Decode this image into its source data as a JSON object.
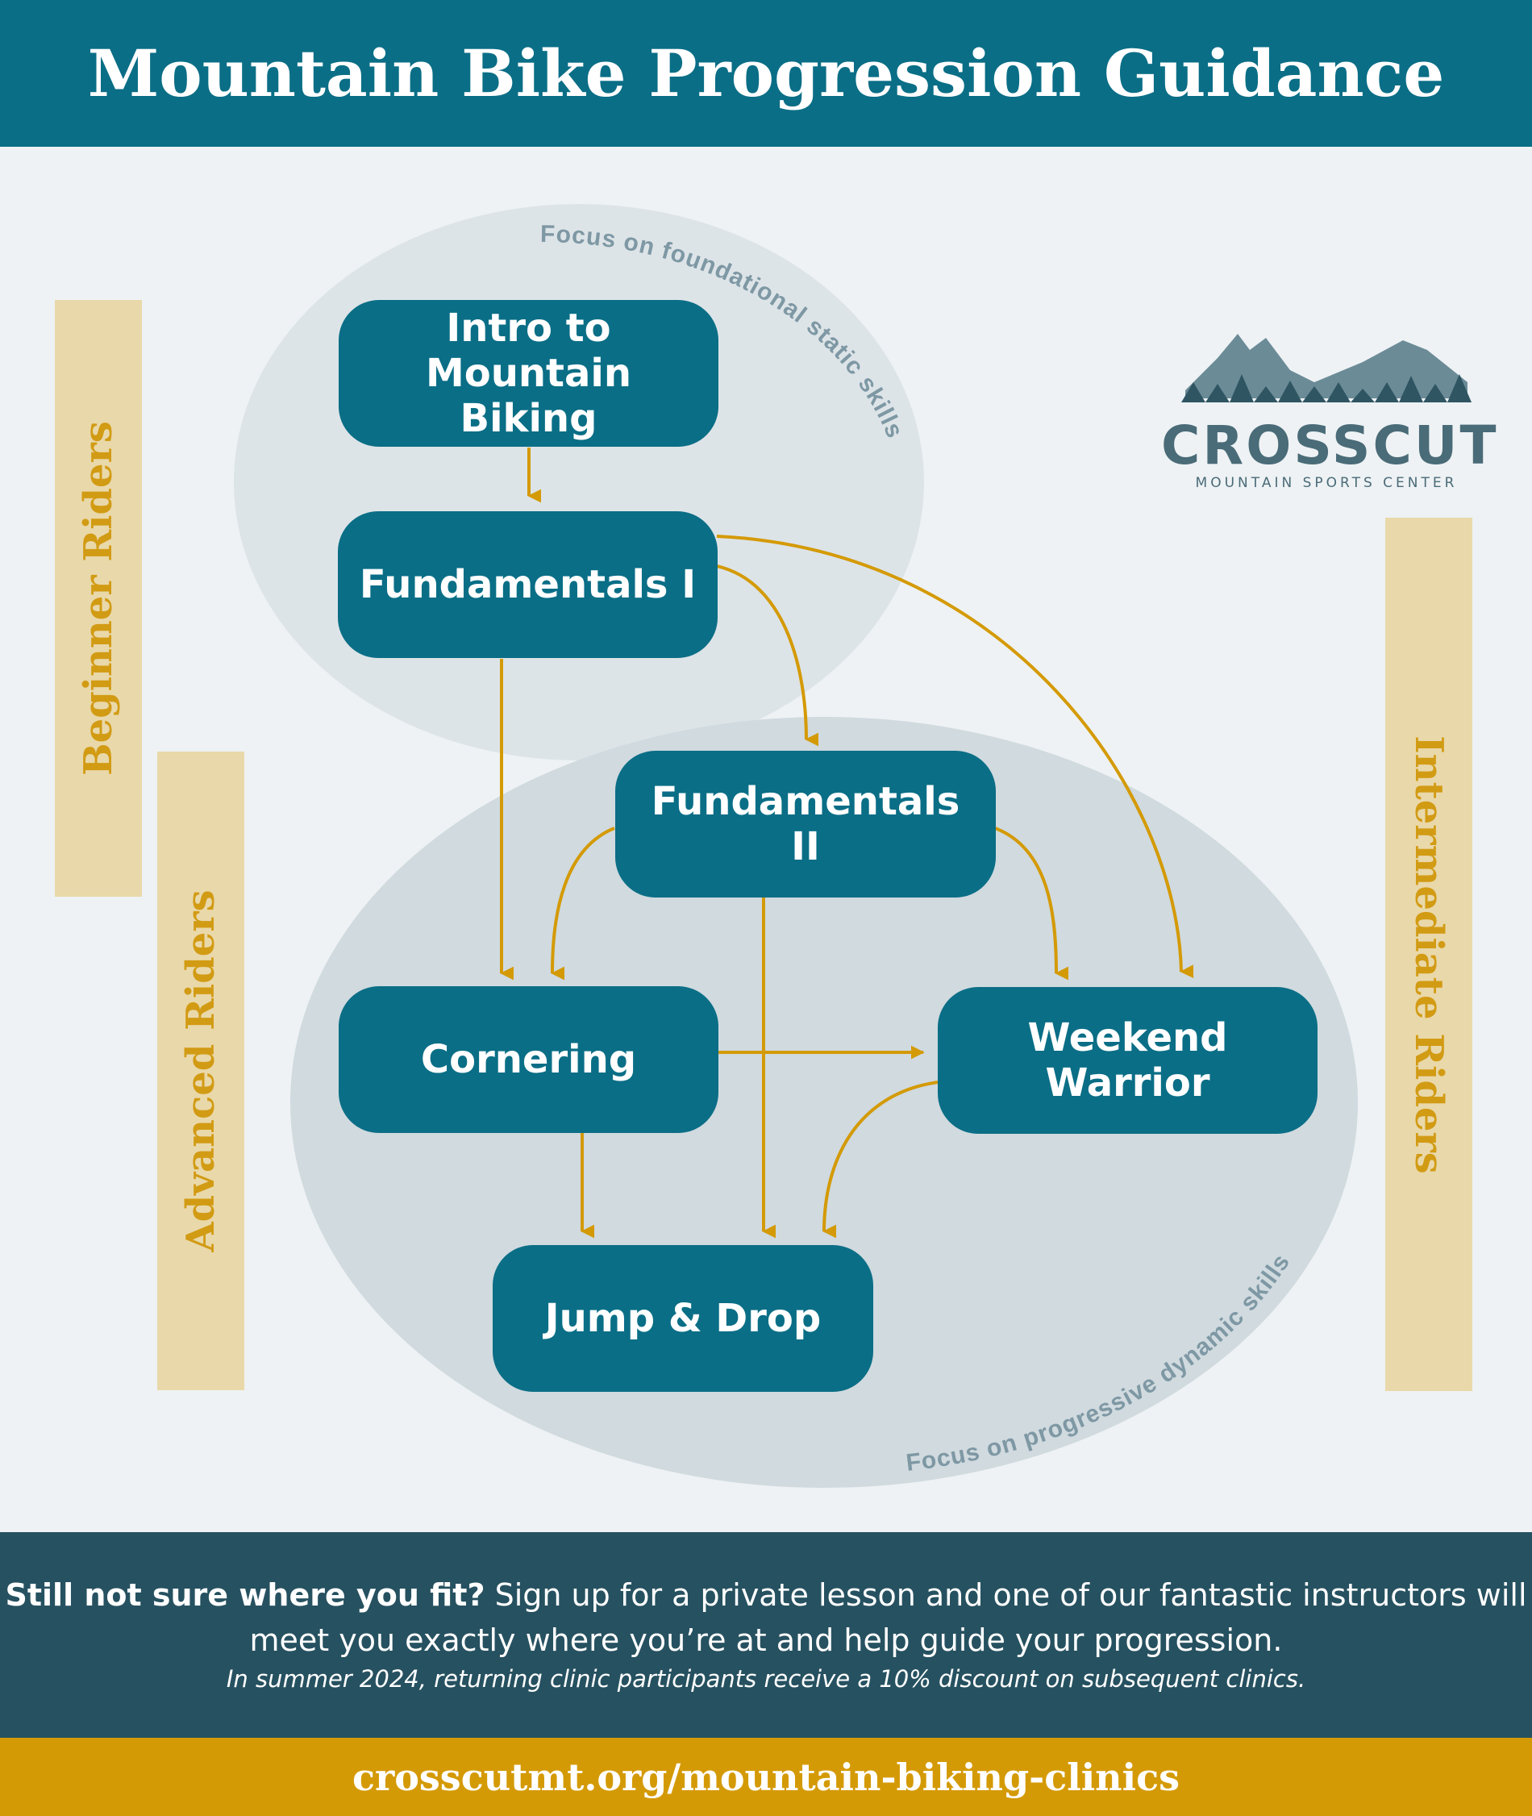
{
  "title": "Mountain Bike Progression Guidance",
  "logo": {
    "name": "CROSSCUT",
    "subtitle": "MOUNTAIN SPORTS CENTER",
    "icon": "mountain-range-icon"
  },
  "bands": {
    "beginner": "Beginner Riders",
    "advanced": "Advanced Riders",
    "intermediate": "Intermediate Riders"
  },
  "regions": {
    "foundational": "Focus on foundational static skills",
    "dynamic": "Focus on progressive dynamic skills"
  },
  "nodes": {
    "intro": "Intro to Mountain Biking",
    "fund1": "Fundamentals I",
    "fund2": "Fundamentals II",
    "cornering": "Cornering",
    "warrior": "Weekend Warrior",
    "jump": "Jump & Drop"
  },
  "edges": [
    [
      "intro",
      "fund1"
    ],
    [
      "fund1",
      "fund2"
    ],
    [
      "fund1",
      "warrior"
    ],
    [
      "fund1",
      "cornering"
    ],
    [
      "fund2",
      "cornering"
    ],
    [
      "fund2",
      "warrior"
    ],
    [
      "fund2",
      "jump"
    ],
    [
      "cornering",
      "warrior"
    ],
    [
      "cornering",
      "jump"
    ],
    [
      "warrior",
      "jump"
    ]
  ],
  "footer": {
    "bold": "Still not sure where you fit?",
    "text": " Sign up for a private lesson and one of our fantastic instructors will meet you exactly where you’re at and help guide your progression.",
    "note": "In summer 2024, returning clinic participants receive a 10% discount on subsequent clinics."
  },
  "url": "crosscutmt.org/mountain-biking-clinics",
  "colors": {
    "teal": "#0a6e86",
    "gold": "#d49a06",
    "tan": "#e9d8a9",
    "dark": "#265160"
  }
}
